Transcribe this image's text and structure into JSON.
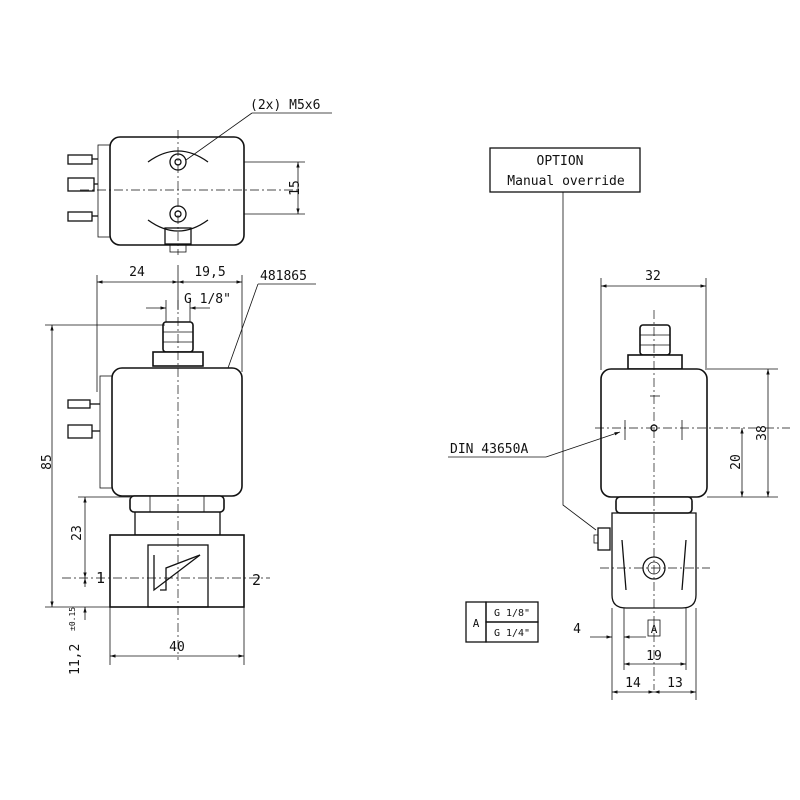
{
  "labels": {
    "screws": "(2x) M5x6",
    "part_number": "481865",
    "thread": "G 1/8\"",
    "option_line1": "OPTION",
    "option_line2": "Manual override",
    "connector": "DIN 43650A",
    "port_1": "1",
    "port_2": "2",
    "view_mark": "A"
  },
  "dimensions": {
    "d15": "15",
    "d24": "24",
    "d19_5": "19,5",
    "d85": "85",
    "d23": "23",
    "d11_2": "11,2",
    "d11_2_tol": "±0.15",
    "d40": "40",
    "d32": "32",
    "d38": "38",
    "d20": "20",
    "d4": "4",
    "d19": "19",
    "d14": "14",
    "d13": "13"
  },
  "thread_table": {
    "key": "A",
    "rows": [
      "G 1/8\"",
      "G 1/4\""
    ]
  }
}
